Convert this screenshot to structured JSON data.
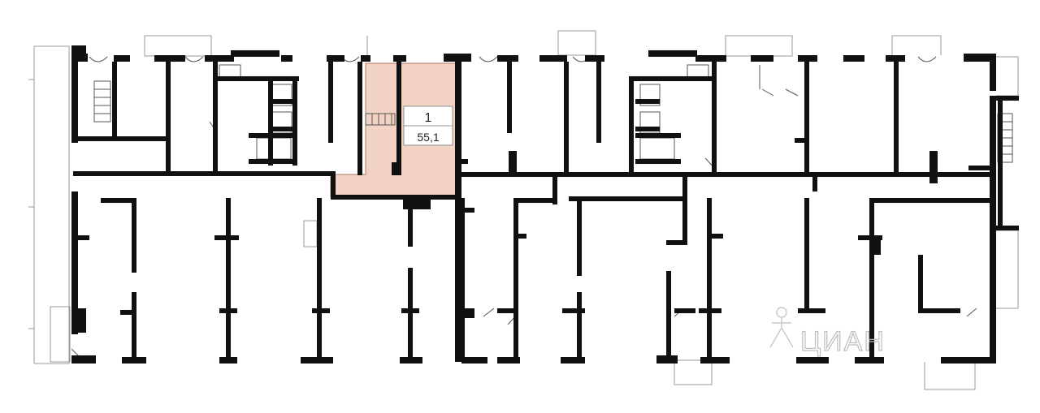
{
  "plan": {
    "colors": {
      "wall": "#111111",
      "thin_line": "#555555",
      "light_line": "#9a9a9a",
      "highlight": "#f2d2c4",
      "highlight_stroke": "#b07a66",
      "label_bg": "#ffffff",
      "watermark": "#c8c8c8"
    },
    "unit": {
      "number": "1",
      "area": "55,1"
    },
    "watermark": {
      "brand": "ЦИАН",
      "icon": "cian-logo-icon"
    }
  }
}
